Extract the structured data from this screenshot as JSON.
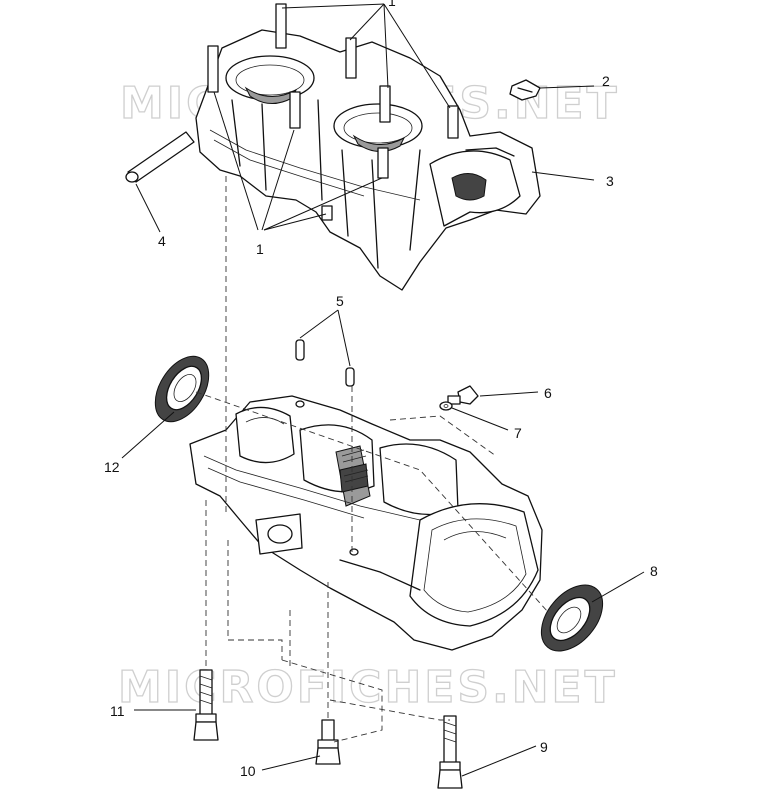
{
  "watermarks": [
    "MICROFICHES.NET",
    "MICROFICHES.NET"
  ],
  "callouts": {
    "c1_top": "1",
    "c1_bottom": "1",
    "c2": "2",
    "c3": "3",
    "c4": "4",
    "c5": "5",
    "c6": "6",
    "c7": "7",
    "c8": "8",
    "c9": "9",
    "c10": "10",
    "c11": "11",
    "c12": "12"
  }
}
